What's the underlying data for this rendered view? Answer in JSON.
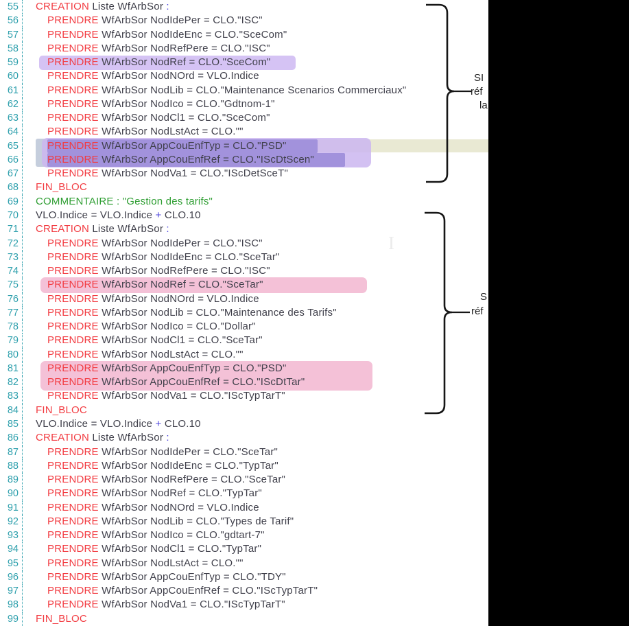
{
  "editor": {
    "colors": {
      "background": "#ffffff",
      "gutter": "#2fa0ad",
      "keyword": "#f23b41",
      "comment": "#2f9e33",
      "operator": "#4d45dd",
      "text": "#3f3f4a"
    },
    "lines": [
      {
        "n": "55",
        "ind": 1,
        "seg": [
          [
            "CREATION",
            "kw"
          ],
          [
            " Liste WfArbSor ",
            "tx"
          ],
          [
            ":",
            "op"
          ]
        ]
      },
      {
        "n": "56",
        "ind": 2,
        "seg": [
          [
            "PRENDRE",
            "kw"
          ],
          [
            " WfArbSor NodIdePer = CLO.\"ISC\"",
            "tx"
          ]
        ]
      },
      {
        "n": "57",
        "ind": 2,
        "seg": [
          [
            "PRENDRE",
            "kw"
          ],
          [
            " WfArbSor NodIdeEnc = CLO.\"SceCom\"",
            "tx"
          ]
        ]
      },
      {
        "n": "58",
        "ind": 2,
        "seg": [
          [
            "PRENDRE",
            "kw"
          ],
          [
            " WfArbSor NodRefPere = CLO.\"ISC\"",
            "tx"
          ]
        ]
      },
      {
        "n": "59",
        "ind": 2,
        "seg": [
          [
            "PRENDRE",
            "kw"
          ],
          [
            " WfArbSor NodRef = CLO.\"SceCom\"",
            "tx"
          ]
        ]
      },
      {
        "n": "60",
        "ind": 2,
        "seg": [
          [
            "PRENDRE",
            "kw"
          ],
          [
            " WfArbSor NodNOrd = VLO.Indice",
            "tx"
          ]
        ]
      },
      {
        "n": "61",
        "ind": 2,
        "seg": [
          [
            "PRENDRE",
            "kw"
          ],
          [
            " WfArbSor NodLib = CLO.\"Maintenance Scenarios Commerciaux\"",
            "tx"
          ]
        ]
      },
      {
        "n": "62",
        "ind": 2,
        "seg": [
          [
            "PRENDRE",
            "kw"
          ],
          [
            " WfArbSor NodIco = CLO.\"Gdtnom-1\"",
            "tx"
          ]
        ]
      },
      {
        "n": "63",
        "ind": 2,
        "seg": [
          [
            "PRENDRE",
            "kw"
          ],
          [
            " WfArbSor NodCl1 = CLO.\"SceCom\"",
            "tx"
          ]
        ]
      },
      {
        "n": "64",
        "ind": 2,
        "seg": [
          [
            "PRENDRE",
            "kw"
          ],
          [
            " WfArbSor NodLstAct = CLO.\"\"",
            "tx"
          ]
        ]
      },
      {
        "n": "65",
        "ind": 2,
        "seg": [
          [
            "PRENDRE",
            "kw"
          ],
          [
            " WfArbSor AppCouEnfTyp = CLO.\"PSD\"",
            "tx"
          ]
        ]
      },
      {
        "n": "66",
        "ind": 2,
        "seg": [
          [
            "PRENDRE",
            "kw"
          ],
          [
            " WfArbSor AppCouEnfRef = CLO.\"IScDtScen\"",
            "tx"
          ]
        ]
      },
      {
        "n": "67",
        "ind": 2,
        "seg": [
          [
            "PRENDRE",
            "kw"
          ],
          [
            " WfArbSor NodVa1 = CLO.\"IScDetSceT\"",
            "tx"
          ]
        ]
      },
      {
        "n": "68",
        "ind": 1,
        "seg": [
          [
            "FIN_BLOC",
            "kw"
          ]
        ]
      },
      {
        "n": "69",
        "ind": 1,
        "seg": [
          [
            "COMMENTAIRE : \"Gestion des tarifs\"",
            "cm"
          ]
        ]
      },
      {
        "n": "70",
        "ind": 1,
        "seg": [
          [
            "VLO.Indice = VLO.Indice ",
            "tx"
          ],
          [
            "+",
            "op"
          ],
          [
            " CLO.10",
            "tx"
          ]
        ]
      },
      {
        "n": "71",
        "ind": 1,
        "seg": [
          [
            "CREATION",
            "kw"
          ],
          [
            " Liste WfArbSor ",
            "tx"
          ],
          [
            ":",
            "op"
          ]
        ]
      },
      {
        "n": "72",
        "ind": 2,
        "seg": [
          [
            "PRENDRE",
            "kw"
          ],
          [
            " WfArbSor NodIdePer = CLO.\"ISC\"",
            "tx"
          ]
        ]
      },
      {
        "n": "73",
        "ind": 2,
        "seg": [
          [
            "PRENDRE",
            "kw"
          ],
          [
            " WfArbSor NodIdeEnc = CLO.\"SceTar\"",
            "tx"
          ]
        ]
      },
      {
        "n": "74",
        "ind": 2,
        "seg": [
          [
            "PRENDRE",
            "kw"
          ],
          [
            " WfArbSor NodRefPere = CLO.\"ISC\"",
            "tx"
          ]
        ]
      },
      {
        "n": "75",
        "ind": 2,
        "seg": [
          [
            "PRENDRE",
            "kw"
          ],
          [
            " WfArbSor NodRef = CLO.\"SceTar\"",
            "tx"
          ]
        ]
      },
      {
        "n": "76",
        "ind": 2,
        "seg": [
          [
            "PRENDRE",
            "kw"
          ],
          [
            " WfArbSor NodNOrd = VLO.Indice",
            "tx"
          ]
        ]
      },
      {
        "n": "77",
        "ind": 2,
        "seg": [
          [
            "PRENDRE",
            "kw"
          ],
          [
            " WfArbSor NodLib = CLO.\"Maintenance des Tarifs\"",
            "tx"
          ]
        ]
      },
      {
        "n": "78",
        "ind": 2,
        "seg": [
          [
            "PRENDRE",
            "kw"
          ],
          [
            " WfArbSor NodIco = CLO.\"Dollar\"",
            "tx"
          ]
        ]
      },
      {
        "n": "79",
        "ind": 2,
        "seg": [
          [
            "PRENDRE",
            "kw"
          ],
          [
            " WfArbSor NodCl1 = CLO.\"SceTar\"",
            "tx"
          ]
        ]
      },
      {
        "n": "80",
        "ind": 2,
        "seg": [
          [
            "PRENDRE",
            "kw"
          ],
          [
            " WfArbSor NodLstAct = CLO.\"\"",
            "tx"
          ]
        ]
      },
      {
        "n": "81",
        "ind": 2,
        "seg": [
          [
            "PRENDRE",
            "kw"
          ],
          [
            " WfArbSor AppCouEnfTyp = CLO.\"PSD\"",
            "tx"
          ]
        ]
      },
      {
        "n": "82",
        "ind": 2,
        "seg": [
          [
            "PRENDRE",
            "kw"
          ],
          [
            " WfArbSor AppCouEnfRef = CLO.\"IScDtTar\"",
            "tx"
          ]
        ]
      },
      {
        "n": "83",
        "ind": 2,
        "seg": [
          [
            "PRENDRE",
            "kw"
          ],
          [
            " WfArbSor NodVa1 = CLO.\"IScTypTarT\"",
            "tx"
          ]
        ]
      },
      {
        "n": "84",
        "ind": 1,
        "seg": [
          [
            "FIN_BLOC",
            "kw"
          ]
        ]
      },
      {
        "n": "85",
        "ind": 1,
        "seg": [
          [
            "VLO.Indice = VLO.Indice ",
            "tx"
          ],
          [
            "+",
            "op"
          ],
          [
            " CLO.10",
            "tx"
          ]
        ]
      },
      {
        "n": "86",
        "ind": 1,
        "seg": [
          [
            "CREATION",
            "kw"
          ],
          [
            " Liste WfArbSor ",
            "tx"
          ],
          [
            ":",
            "op"
          ]
        ]
      },
      {
        "n": "87",
        "ind": 2,
        "seg": [
          [
            "PRENDRE",
            "kw"
          ],
          [
            " WfArbSor NodIdePer = CLO.\"SceTar\"",
            "tx"
          ]
        ]
      },
      {
        "n": "88",
        "ind": 2,
        "seg": [
          [
            "PRENDRE",
            "kw"
          ],
          [
            " WfArbSor NodIdeEnc = CLO.\"TypTar\"",
            "tx"
          ]
        ]
      },
      {
        "n": "89",
        "ind": 2,
        "seg": [
          [
            "PRENDRE",
            "kw"
          ],
          [
            " WfArbSor NodRefPere = CLO.\"SceTar\"",
            "tx"
          ]
        ]
      },
      {
        "n": "90",
        "ind": 2,
        "seg": [
          [
            "PRENDRE",
            "kw"
          ],
          [
            " WfArbSor NodRef = CLO.\"TypTar\"",
            "tx"
          ]
        ]
      },
      {
        "n": "91",
        "ind": 2,
        "seg": [
          [
            "PRENDRE",
            "kw"
          ],
          [
            " WfArbSor NodNOrd = VLO.Indice",
            "tx"
          ]
        ]
      },
      {
        "n": "92",
        "ind": 2,
        "seg": [
          [
            "PRENDRE",
            "kw"
          ],
          [
            " WfArbSor NodLib = CLO.\"Types de Tarif\"",
            "tx"
          ]
        ]
      },
      {
        "n": "93",
        "ind": 2,
        "seg": [
          [
            "PRENDRE",
            "kw"
          ],
          [
            " WfArbSor NodIco = CLO.\"gdtart-7\"",
            "tx"
          ]
        ]
      },
      {
        "n": "94",
        "ind": 2,
        "seg": [
          [
            "PRENDRE",
            "kw"
          ],
          [
            " WfArbSor NodCl1 = CLO.\"TypTar\"",
            "tx"
          ]
        ]
      },
      {
        "n": "95",
        "ind": 2,
        "seg": [
          [
            "PRENDRE",
            "kw"
          ],
          [
            " WfArbSor NodLstAct = CLO.\"\"",
            "tx"
          ]
        ]
      },
      {
        "n": "96",
        "ind": 2,
        "seg": [
          [
            "PRENDRE",
            "kw"
          ],
          [
            " WfArbSor AppCouEnfTyp = CLO.\"TDY\"",
            "tx"
          ]
        ]
      },
      {
        "n": "97",
        "ind": 2,
        "seg": [
          [
            "PRENDRE",
            "kw"
          ],
          [
            " WfArbSor AppCouEnfRef = CLO.\"IScTypTarT\"",
            "tx"
          ]
        ]
      },
      {
        "n": "98",
        "ind": 2,
        "seg": [
          [
            "PRENDRE",
            "kw"
          ],
          [
            " WfArbSor NodVa1 = CLO.\"IScTypTarT\"",
            "tx"
          ]
        ]
      },
      {
        "n": "99",
        "ind": 1,
        "seg": [
          [
            "FIN_BLOC",
            "kw"
          ]
        ]
      }
    ]
  },
  "highlights": {
    "purple_line_color": "#d5c3f4",
    "lavender_box_color": "rgba(203,182,240,0.85)",
    "purple_selection_color": "#a292dc",
    "gray_tab_color": "#c5cedd",
    "pink_color": "rgba(243,190,213,0.95)",
    "beige_band_color": "#e9e9d3"
  },
  "annotations": {
    "brace_color": "#161616",
    "group1_fragments": [
      "SI",
      "réf",
      "la"
    ],
    "group2_fragments": [
      "S",
      "réf"
    ]
  },
  "cursor": {
    "ibeam_glyph": "I"
  },
  "masked_region_color": "#000000"
}
